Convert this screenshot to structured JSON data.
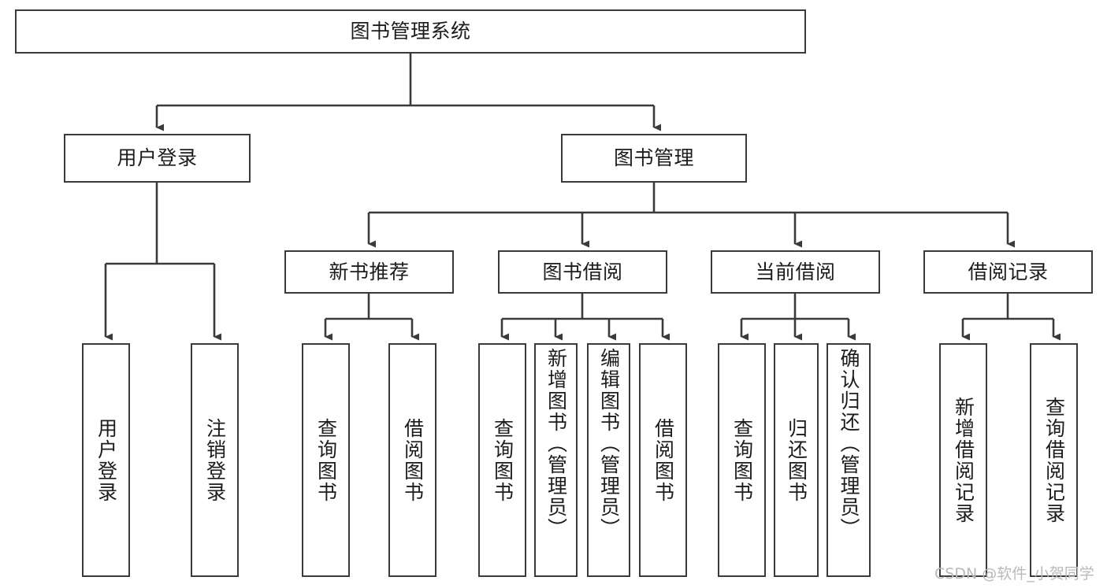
{
  "diagram": {
    "title": "图书管理系统",
    "type": "tree-hierarchy-chart",
    "colors": {
      "box_border": "#3a3a3a",
      "box_fill": "#ffffff",
      "edge": "#3a3a3a",
      "text": "#1c1c1c",
      "watermark": "#b9b9b9",
      "background": "#ffffff"
    },
    "root": {
      "label": "图书管理系统"
    },
    "tier2": [
      {
        "label": "用户登录"
      },
      {
        "label": "图书管理"
      }
    ],
    "tier3": [
      {
        "label": "新书推荐"
      },
      {
        "label": "图书借阅"
      },
      {
        "label": "当前借阅"
      },
      {
        "label": "借阅记录"
      }
    ],
    "leaves": {
      "user_login": [
        {
          "label": "用户登录"
        },
        {
          "label": "注销登录"
        }
      ],
      "new_book_recommend": [
        {
          "label": "查询图书"
        },
        {
          "label": "借阅图书"
        }
      ],
      "book_borrow": [
        {
          "label": "查询图书"
        },
        {
          "label": "新增图书（管理员）"
        },
        {
          "label": "编辑图书（管理员）"
        },
        {
          "label": "借阅图书"
        }
      ],
      "current_borrow": [
        {
          "label": "查询图书"
        },
        {
          "label": "归还图书"
        },
        {
          "label": "确认归还（管理员）"
        }
      ],
      "borrow_record": [
        {
          "label": "新增借阅记录"
        },
        {
          "label": "查询借阅记录"
        }
      ]
    }
  },
  "watermark": {
    "text": "CSDN @软件_小贺同学"
  }
}
